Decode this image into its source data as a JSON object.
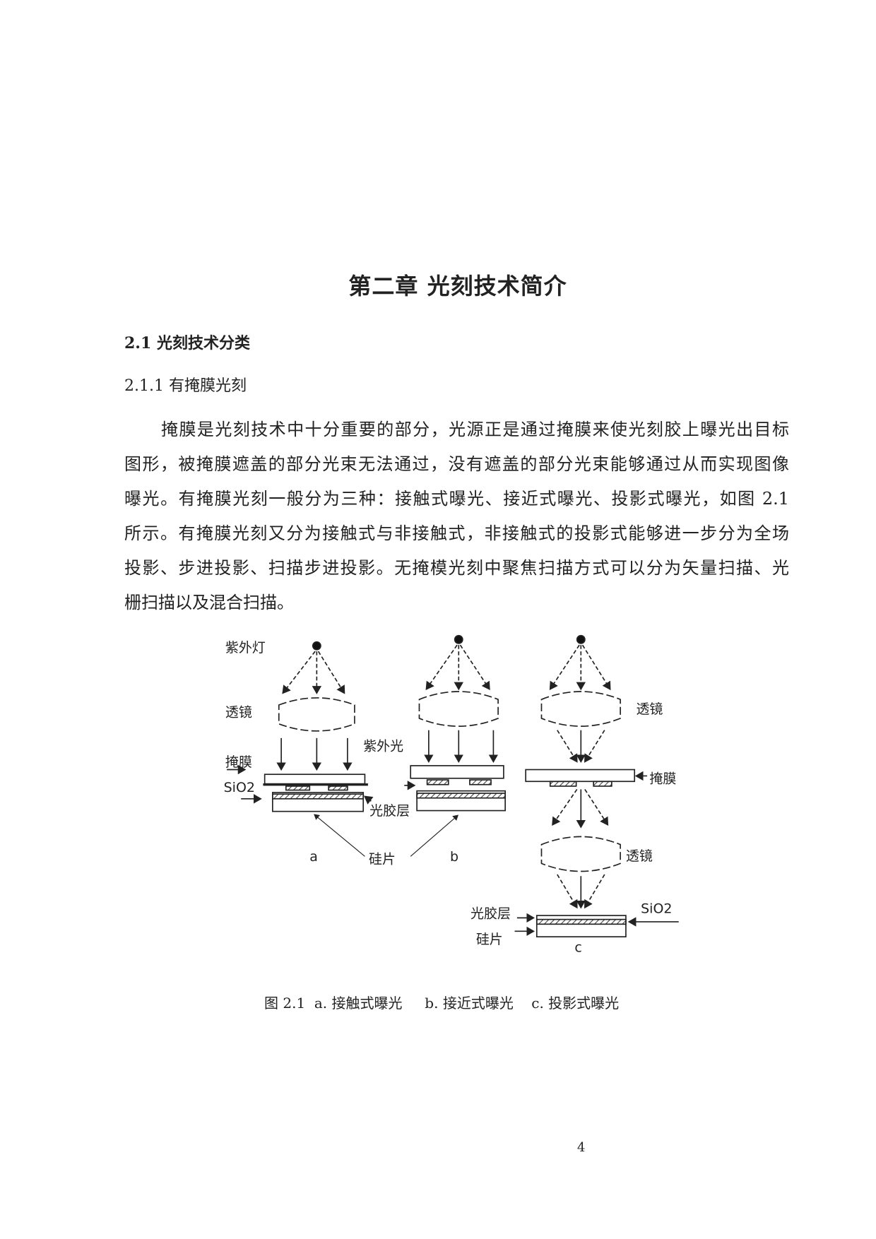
{
  "chapter_title": "第二章 光刻技术简介",
  "section": {
    "number": "2.1",
    "title": "光刻技术分类"
  },
  "subsection": {
    "number": "2.1.1",
    "title": "有掩膜光刻"
  },
  "paragraph_lines": [
    "掩膜是光刻技术中十分重要的部分，光源正是通过掩膜来使光刻胶上曝光出目标",
    "图形，被掩膜遮盖的部分光束无法通过，没有遮盖的部分光束能够通过从而实现图像",
    "曝光。有掩膜光刻一般分为三种：接触式曝光、接近式曝光、投影式曝光，如图 2.1",
    "所示。有掩膜光刻又分为接触式与非接触式，非接触式的投影式能够进一步分为全场",
    "投影、步进投影、扫描步进投影。无掩模光刻中聚焦扫描方式可以分为矢量扫描、光",
    "栅扫描以及混合扫描。"
  ],
  "figure": {
    "labels": {
      "uv_lamp": "紫外灯",
      "lens": "透镜",
      "uv_light": "紫外光",
      "mask": "掩膜",
      "sio2": "SiO2",
      "photoresist": "光胶层",
      "wafer": "硅片",
      "a": "a",
      "b": "b",
      "c": "c"
    },
    "caption": "图 2.1  a. 接触式曝光     b. 接近式曝光    c. 投影式曝光"
  },
  "page_number": "4"
}
